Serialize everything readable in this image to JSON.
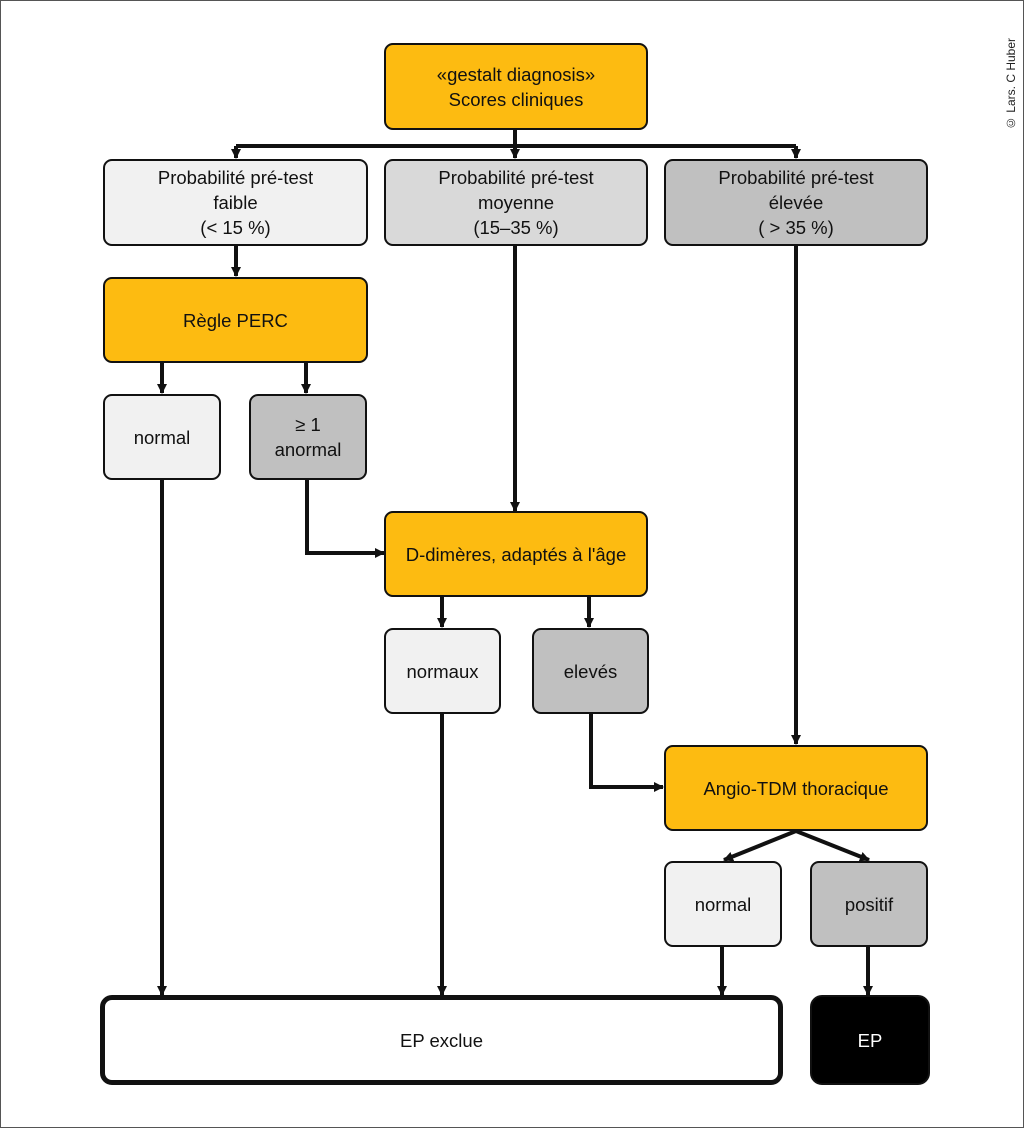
{
  "copyright": "© Lars. C Huber",
  "nodes": {
    "start": {
      "lines": [
        "«gestalt diagnosis»",
        "Scores cliniques"
      ]
    },
    "low": {
      "lines": [
        "Probabilité pré-test",
        "faible",
        "(< 15 %)"
      ]
    },
    "medium": {
      "lines": [
        "Probabilité pré-test",
        "moyenne",
        "(15–35 %)"
      ]
    },
    "high": {
      "lines": [
        "Probabilité pré-test",
        "élevée",
        "( > 35 %)"
      ]
    },
    "perc": {
      "lines": [
        "Règle PERC"
      ]
    },
    "perc_normal": {
      "lines": [
        "normal"
      ]
    },
    "perc_abnormal": {
      "lines": [
        "≥ 1",
        "anormal"
      ]
    },
    "ddimer": {
      "lines": [
        "D-dimères, adaptés à l'âge"
      ]
    },
    "dd_normal": {
      "lines": [
        "normaux"
      ]
    },
    "dd_high": {
      "lines": [
        "elevés"
      ]
    },
    "ct": {
      "lines": [
        "Angio-TDM thoracique"
      ]
    },
    "ct_normal": {
      "lines": [
        "normal"
      ]
    },
    "ct_positive": {
      "lines": [
        "positif"
      ]
    },
    "excluded": {
      "lines": [
        "EP exclue"
      ]
    },
    "pe": {
      "lines": [
        "EP"
      ]
    }
  },
  "colors": {
    "yellow": "#fdbb11",
    "light_grey": "#f1f1f1",
    "mid_grey": "#d9d9d9",
    "dark_grey": "#c0c0c0",
    "black": "#000000",
    "line": "#111111"
  }
}
